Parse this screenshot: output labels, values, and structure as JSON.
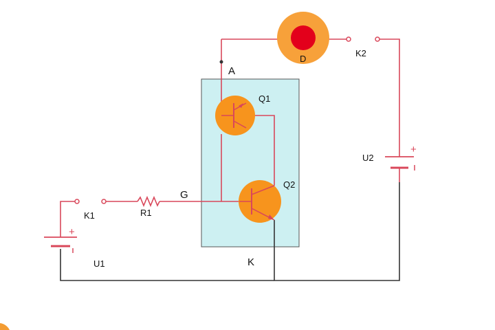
{
  "labels": {
    "A": "A",
    "G": "G",
    "K": "K",
    "Q1": "Q1",
    "Q2": "Q2",
    "D": "D",
    "K1": "K1",
    "K2": "K2",
    "R1": "R1",
    "U1": "U1",
    "U2": "U2",
    "plus": "+"
  },
  "colors": {
    "wire_red": "#d9475a",
    "wire_dark": "#333333",
    "device_box_fill": "#cdf0f2",
    "device_box_stroke": "#555555",
    "transistor_fill": "#f7941d",
    "lamp_outer": "#f7a13a",
    "lamp_inner": "#e3001b"
  }
}
